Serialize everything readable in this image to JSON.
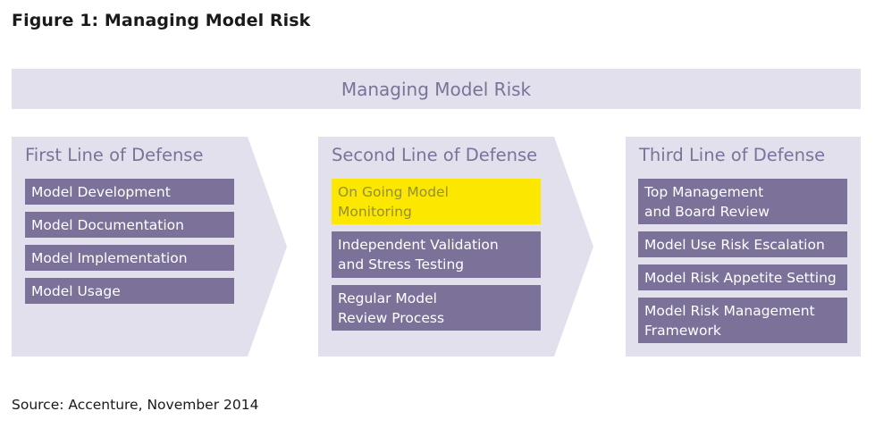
{
  "figure_title": "Figure 1: Managing Model Risk",
  "banner_label": "Managing Model Risk",
  "lines": [
    {
      "heading": "First Line of Defense",
      "items": [
        {
          "label": "Model Development"
        },
        {
          "label": "Model Documentation"
        },
        {
          "label": "Model Implementation"
        },
        {
          "label": "Model Usage"
        }
      ]
    },
    {
      "heading": "Second Line of Defense",
      "items": [
        {
          "label": "On Going Model\nMonitoring",
          "highlight": true
        },
        {
          "label": "Independent Validation\nand Stress Testing"
        },
        {
          "label": "Regular Model\nReview Process"
        }
      ]
    },
    {
      "heading": "Third Line of Defense",
      "items": [
        {
          "label": "Top Management\nand Board Review"
        },
        {
          "label": "Model Use Risk Escalation"
        },
        {
          "label": "Model Risk Appetite Setting"
        },
        {
          "label": "Model Risk Management\nFramework"
        }
      ]
    }
  ],
  "source": "Source: Accenture, November 2014",
  "colors": {
    "panel_background": "#e2e0ec",
    "item_fill": "#7b7199",
    "highlight_fill": "#fbe700",
    "heading_text": "#7a7399"
  }
}
